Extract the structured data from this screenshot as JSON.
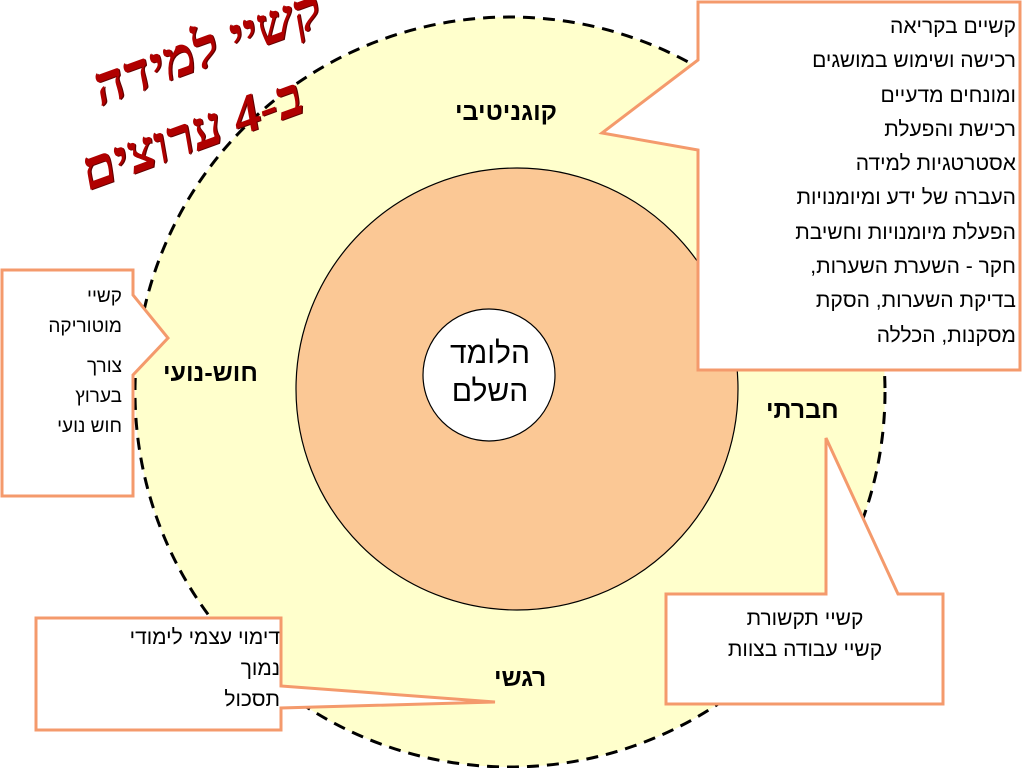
{
  "title": {
    "line1": "קשיי למידה",
    "line2": "ב-4 ערוצים"
  },
  "center": {
    "line1": "הלומד",
    "line2": "השלם"
  },
  "rings": {
    "cognitive": "קוגניטיבי",
    "sensory_motor": "חוש-נועי",
    "social": "חברתי",
    "emotional": "רגשי"
  },
  "callouts": {
    "cognitive": [
      "קשיים בקריאה",
      "רכישה ושימוש במושגים",
      "ומונחים מדעיים",
      "רכישת והפעלת",
      "אסטרטגיות למידה",
      "העברה של ידע ומיומנויות",
      "הפעלת מיומנויות וחשיבת",
      "חקר - השערת השערות,",
      "בדיקת השערות, הסקת",
      "מסקנות, הכללה"
    ],
    "motor": {
      "block1": [
        "קשיי",
        "מוטוריקה"
      ],
      "block2": [
        "צורך",
        "בערוץ",
        "חוש נועי"
      ]
    },
    "social": [
      "קשיי תקשורת",
      "קשיי עבודה בצוות"
    ],
    "emotional": [
      "דימוי עצמי לימודי",
      "נמוך",
      "תסכול"
    ]
  },
  "colors": {
    "title": "#b00000",
    "outer_ring_fill": "#ffffcc",
    "inner_ring_fill": "#fbc895",
    "center_fill": "#ffffff",
    "callout_border": "#f49a6c",
    "dashed_border": "#000000"
  }
}
